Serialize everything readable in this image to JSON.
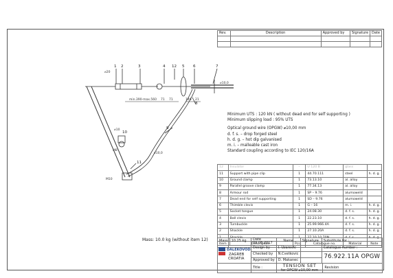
{
  "revision_table": {
    "headers": {
      "rev": "Rev.",
      "description": "Description",
      "approved": "Approved by",
      "signature": "Signature",
      "date": "Date"
    }
  },
  "drawing": {
    "callouts": [
      "1",
      "2",
      "3",
      "4",
      "5",
      "6",
      "7",
      "8",
      "9",
      "10",
      "11",
      "12"
    ],
    "dims": {
      "phi20": "⌀20",
      "range": "min.390-max.560",
      "d71a": "71",
      "d71b": "71",
      "d146": "146",
      "d21": "21",
      "m8": "M8",
      "m10": "M10",
      "phi10a": "⌀10",
      "phi10b": "⌀10,0",
      "phi10c": "⌀10,0"
    }
  },
  "specs": {
    "lines": [
      "Minimum UTS : 120 kN ( without dead end for self supporting )",
      "Minimum slipping load : 95% UTS",
      "",
      "Optical ground wire (OPGW) ⌀10,00 mm",
      "d. f. s. – drop forged steel",
      "h. d. g. – hot dip galvanised",
      "m. i. – malleable cast iron",
      "Standard coupling according to IEC 120/16A"
    ]
  },
  "bom": {
    "ghost": {
      "item": "12",
      "desc": "Insulator",
      "pcs": "–",
      "code": "U 120 B",
      "mat": "glass"
    },
    "rows": [
      {
        "item": "11",
        "desc": "Support with pipe clip",
        "pcs": "1",
        "code": "44.70.111",
        "mat": "steel",
        "note": "h. d. g."
      },
      {
        "item": "10",
        "desc": "Ground clamp",
        "pcs": "1",
        "code": "73.13.10",
        "mat": "al. alloy",
        "note": ""
      },
      {
        "item": "9",
        "desc": "Parallel groove clamp",
        "pcs": "1",
        "code": "77.34.13",
        "mat": "al. alloy",
        "note": ""
      },
      {
        "item": "8",
        "desc": "Armour rod",
        "pcs": "1",
        "code": "SP – 9.76",
        "mat": "alumoweld",
        "note": ""
      },
      {
        "item": "7",
        "desc": "Dead end for self supporting",
        "pcs": "1",
        "code": "SD – 9.76",
        "mat": "alumoweld",
        "note": ""
      },
      {
        "item": "6",
        "desc": "Thimble clevis",
        "pcs": "1",
        "code": "G – 16",
        "mat": "m. i.",
        "note": "h. d. g."
      },
      {
        "item": "5",
        "desc": "Socket tongue",
        "pcs": "1",
        "code": "24.08.30",
        "mat": "d. f. s.",
        "note": "h. d. g."
      },
      {
        "item": "4",
        "desc": "Ball clevis",
        "pcs": "1",
        "code": "22.23.10",
        "mat": "d. f. s.",
        "note": "h. d. g."
      },
      {
        "item": "3",
        "desc": "Turnbuckle",
        "pcs": "1",
        "code": "25.99.966.4A",
        "mat": "d. f. s.",
        "note": "h. d. g."
      },
      {
        "item": "2",
        "desc": "Shackle",
        "pcs": "1",
        "code": "27.10.20A",
        "mat": "d. f. s.",
        "note": "h. d. g."
      },
      {
        "item": "1",
        "desc": "Shackle",
        "pcs": "1",
        "code": "27.10.10.70N",
        "mat": "d. f. s.",
        "note": "h. d. g."
      }
    ],
    "headers": {
      "item": "Item",
      "desc": "Description",
      "pcs": "Pcs.",
      "code": "Catalogue no.",
      "mat": "Material",
      "note": "Note"
    }
  },
  "mass_note": "Mass: 10.0 kg (without item 12)",
  "title_block": {
    "mass_label": "Mass",
    "mass_value": "10.25 kg",
    "date_label": "Date",
    "date_value": "09.08.2017",
    "name_label": "Name",
    "signature_label": "Signature",
    "substitute_label": "Substitute for :",
    "design_label": "Design by",
    "design_name": "I. Uzarevic",
    "checked_label": "Checked by",
    "checked_name": "N.Cvetkovic",
    "approved_label": "Approved by",
    "approved_name": "D. Makanec",
    "catalogue_label": "Catalogue number :",
    "catalogue_number": "76.922.11A OPGW",
    "company": "DALEKOVOD",
    "city": "ZAGREB",
    "country": "CROATIA",
    "title_label": "Title :",
    "title_main": "TENSION SET",
    "title_sub": "– for OPGW ⌀10,00 mm –",
    "revision_label": "Revision"
  }
}
